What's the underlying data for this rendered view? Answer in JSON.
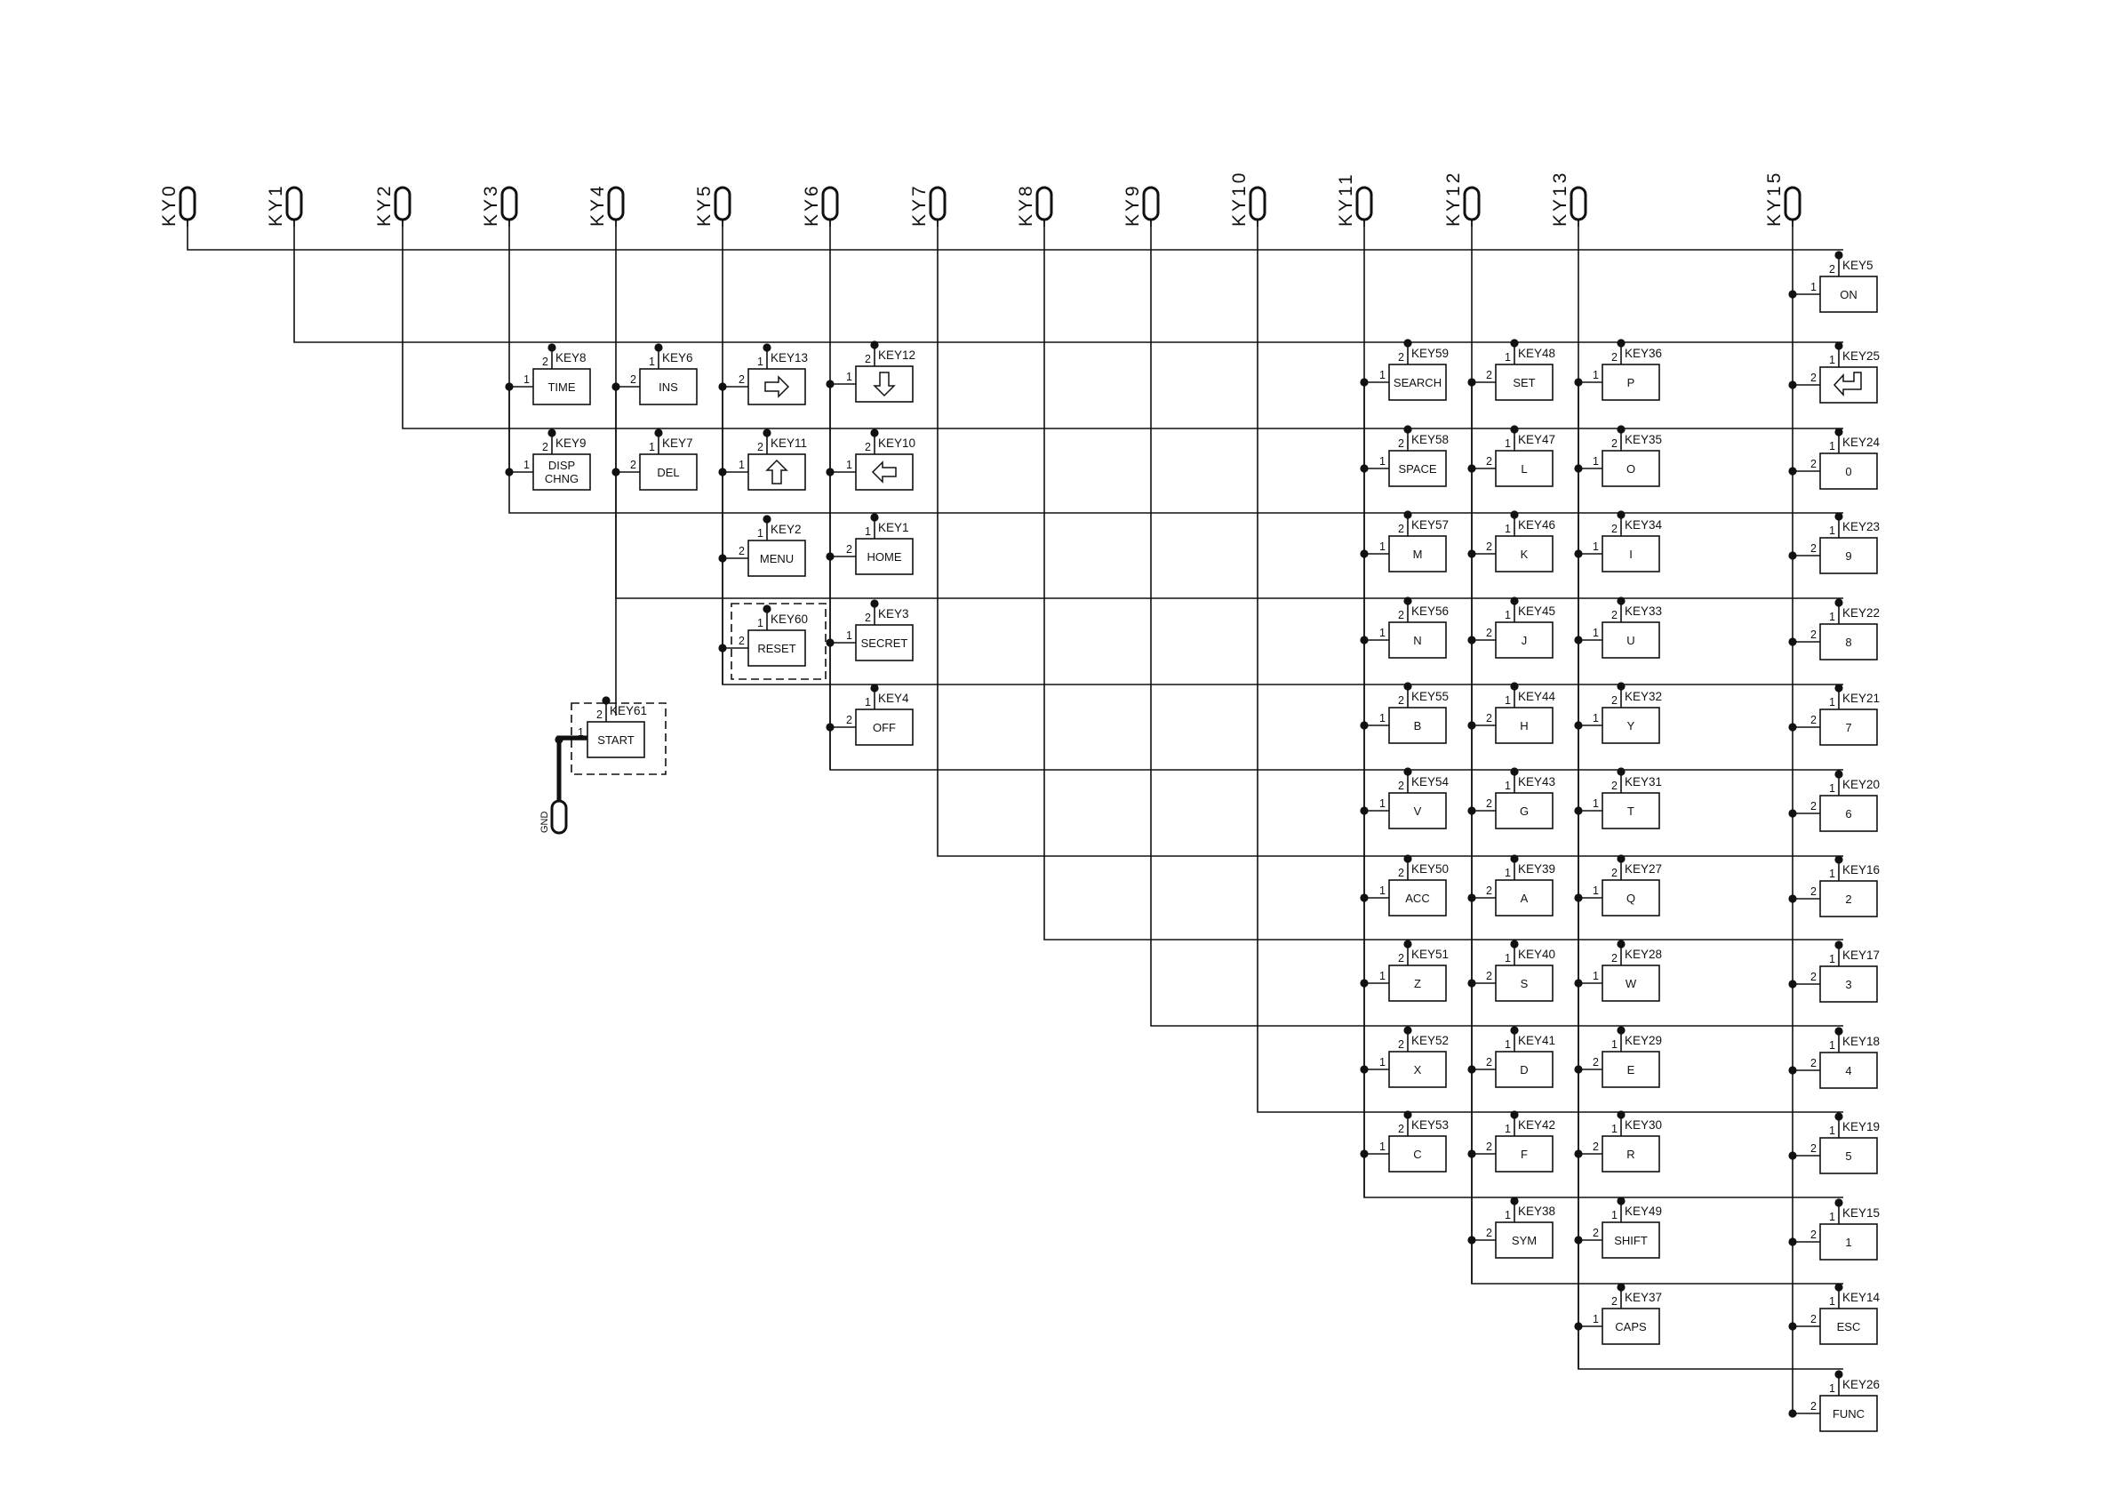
{
  "connectors": [
    "KY0",
    "KY1",
    "KY2",
    "KY3",
    "KY4",
    "KY5",
    "KY6",
    "KY7",
    "KY8",
    "KY9",
    "KY10",
    "KY11",
    "KY12",
    "KY13",
    "KY15"
  ],
  "ground": "GND",
  "pins": {
    "one": "1",
    "two": "2"
  },
  "keys": [
    {
      "ref": "KEY5",
      "label": "ON"
    },
    {
      "ref": "KEY8",
      "label": "TIME"
    },
    {
      "ref": "KEY6",
      "label": "INS"
    },
    {
      "ref": "KEY13",
      "label": "",
      "icon": "arrow-right-icon"
    },
    {
      "ref": "KEY12",
      "label": "",
      "icon": "arrow-down-icon"
    },
    {
      "ref": "KEY59",
      "label": "SEARCH"
    },
    {
      "ref": "KEY48",
      "label": "SET"
    },
    {
      "ref": "KEY36",
      "label": "P"
    },
    {
      "ref": "KEY25",
      "label": "",
      "icon": "enter-icon"
    },
    {
      "ref": "KEY9",
      "label": "DISP",
      "label2": "CHNG"
    },
    {
      "ref": "KEY7",
      "label": "DEL"
    },
    {
      "ref": "KEY11",
      "label": "",
      "icon": "arrow-up-icon"
    },
    {
      "ref": "KEY10",
      "label": "",
      "icon": "arrow-left-icon"
    },
    {
      "ref": "KEY58",
      "label": "SPACE"
    },
    {
      "ref": "KEY47",
      "label": "L"
    },
    {
      "ref": "KEY35",
      "label": "O"
    },
    {
      "ref": "KEY24",
      "label": "0"
    },
    {
      "ref": "KEY2",
      "label": "MENU"
    },
    {
      "ref": "KEY1",
      "label": "HOME"
    },
    {
      "ref": "KEY57",
      "label": "M"
    },
    {
      "ref": "KEY46",
      "label": "K"
    },
    {
      "ref": "KEY34",
      "label": "I"
    },
    {
      "ref": "KEY23",
      "label": "9"
    },
    {
      "ref": "KEY60",
      "label": "RESET"
    },
    {
      "ref": "KEY3",
      "label": "SECRET"
    },
    {
      "ref": "KEY56",
      "label": "N"
    },
    {
      "ref": "KEY45",
      "label": "J"
    },
    {
      "ref": "KEY33",
      "label": "U"
    },
    {
      "ref": "KEY22",
      "label": "8"
    },
    {
      "ref": "KEY61",
      "label": "START"
    },
    {
      "ref": "KEY4",
      "label": "OFF"
    },
    {
      "ref": "KEY55",
      "label": "B"
    },
    {
      "ref": "KEY44",
      "label": "H"
    },
    {
      "ref": "KEY32",
      "label": "Y"
    },
    {
      "ref": "KEY21",
      "label": "7"
    },
    {
      "ref": "KEY54",
      "label": "V"
    },
    {
      "ref": "KEY43",
      "label": "G"
    },
    {
      "ref": "KEY31",
      "label": "T"
    },
    {
      "ref": "KEY20",
      "label": "6"
    },
    {
      "ref": "KEY50",
      "label": "ACC"
    },
    {
      "ref": "KEY39",
      "label": "A"
    },
    {
      "ref": "KEY27",
      "label": "Q"
    },
    {
      "ref": "KEY16",
      "label": "2"
    },
    {
      "ref": "KEY51",
      "label": "Z"
    },
    {
      "ref": "KEY40",
      "label": "S"
    },
    {
      "ref": "KEY28",
      "label": "W"
    },
    {
      "ref": "KEY17",
      "label": "3"
    },
    {
      "ref": "KEY52",
      "label": "X"
    },
    {
      "ref": "KEY41",
      "label": "D"
    },
    {
      "ref": "KEY29",
      "label": "E"
    },
    {
      "ref": "KEY18",
      "label": "4"
    },
    {
      "ref": "KEY53",
      "label": "C"
    },
    {
      "ref": "KEY42",
      "label": "F"
    },
    {
      "ref": "KEY30",
      "label": "R"
    },
    {
      "ref": "KEY19",
      "label": "5"
    },
    {
      "ref": "KEY38",
      "label": "SYM"
    },
    {
      "ref": "KEY49",
      "label": "SHIFT"
    },
    {
      "ref": "KEY15",
      "label": "1"
    },
    {
      "ref": "KEY37",
      "label": "CAPS"
    },
    {
      "ref": "KEY14",
      "label": "ESC"
    },
    {
      "ref": "KEY26",
      "label": "FUNC"
    }
  ]
}
